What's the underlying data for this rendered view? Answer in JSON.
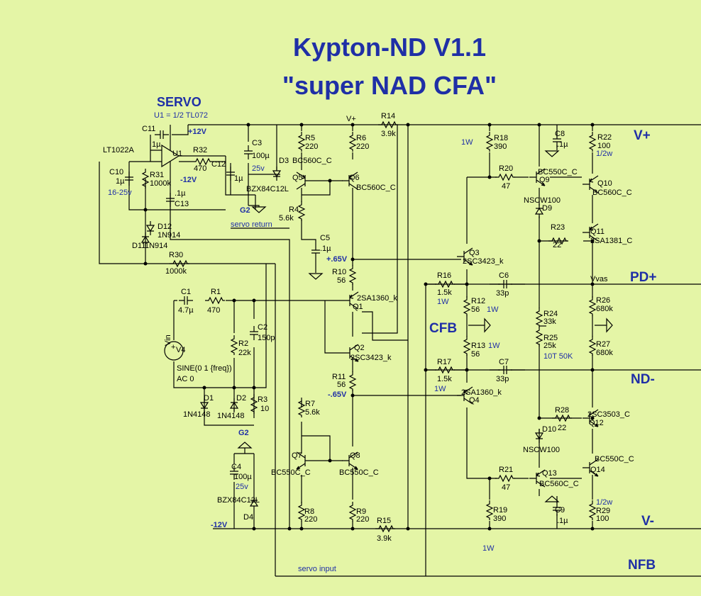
{
  "title": {
    "line1": "Kypton-ND V1.1",
    "line2": "\"super NAD CFA\"",
    "color": "#1f2fa6"
  },
  "servo": {
    "heading": "SERVO",
    "opamp_note": "U1 = 1/2 TL072",
    "opamp_label": "U1",
    "alt_part": "LT1022A",
    "pos_supply": "+12V",
    "neg_supply": "-12V",
    "return_label": "servo return",
    "input_label": "servo input"
  },
  "rails": {
    "vplus": "V+",
    "vminus": "V-",
    "pd_plus": "PD+",
    "nd_minus": "ND-",
    "cfb": "CFB",
    "nfb": "NFB",
    "vplus_small": "V+",
    "vvas": "Vvas",
    "bias_plus": "+.65V",
    "bias_minus": "-.65V",
    "neg12": "-12V",
    "g2_top": "G2",
    "g2_bottom": "G2"
  },
  "source": {
    "name": "V4",
    "vin": "Vin",
    "wave": "SINE(0 1 {freq})",
    "ac": "AC 0"
  },
  "resistors": [
    {
      "ref": "R1",
      "val": "470"
    },
    {
      "ref": "R2",
      "val": "22k"
    },
    {
      "ref": "R3",
      "val": "10"
    },
    {
      "ref": "R4",
      "val": "5.6k"
    },
    {
      "ref": "R5",
      "val": "220"
    },
    {
      "ref": "R6",
      "val": "220"
    },
    {
      "ref": "R7",
      "val": "5.6k"
    },
    {
      "ref": "R8",
      "val": "220"
    },
    {
      "ref": "R9",
      "val": "220"
    },
    {
      "ref": "R10",
      "val": "56"
    },
    {
      "ref": "R11",
      "val": "56"
    },
    {
      "ref": "R12",
      "val": "56",
      "power": "1W"
    },
    {
      "ref": "R13",
      "val": "56",
      "power": "1W"
    },
    {
      "ref": "R14",
      "val": "3.9k"
    },
    {
      "ref": "R15",
      "val": "3.9k"
    },
    {
      "ref": "R16",
      "val": "1.5k",
      "power": "1W"
    },
    {
      "ref": "R17",
      "val": "1.5k",
      "power": "1W"
    },
    {
      "ref": "R18",
      "val": "390",
      "power": "1W"
    },
    {
      "ref": "R19",
      "val": "390",
      "power": "1W"
    },
    {
      "ref": "R20",
      "val": "47"
    },
    {
      "ref": "R21",
      "val": "47"
    },
    {
      "ref": "R22",
      "val": "100",
      "power": "1/2w"
    },
    {
      "ref": "R23",
      "val": "22"
    },
    {
      "ref": "R24",
      "val": "33k"
    },
    {
      "ref": "R25",
      "val": "25k",
      "power": "10T 50K"
    },
    {
      "ref": "R26",
      "val": "680k"
    },
    {
      "ref": "R27",
      "val": "680k"
    },
    {
      "ref": "R28",
      "val": "22"
    },
    {
      "ref": "R29",
      "val": "100",
      "power": "1/2w"
    },
    {
      "ref": "R30",
      "val": "1000k"
    },
    {
      "ref": "R31",
      "val": "1000k"
    },
    {
      "ref": "R32",
      "val": "470"
    }
  ],
  "capacitors": [
    {
      "ref": "C1",
      "val": "4.7µ"
    },
    {
      "ref": "C2",
      "val": "150p"
    },
    {
      "ref": "C3",
      "val": "100µ",
      "rating": "25v"
    },
    {
      "ref": "C4",
      "val": "100µ",
      "rating": "25v"
    },
    {
      "ref": "C5",
      "val": ".1µ"
    },
    {
      "ref": "C6",
      "val": "33p"
    },
    {
      "ref": "C7",
      "val": "33p"
    },
    {
      "ref": "C8",
      "val": ".1µ"
    },
    {
      "ref": "C9",
      "val": ".1µ"
    },
    {
      "ref": "C10",
      "val": "1µ",
      "rating": "16-25v"
    },
    {
      "ref": "C11",
      "val": "1µ"
    },
    {
      "ref": "C12",
      "val": "1µ"
    },
    {
      "ref": "C13",
      "val": ".1µ"
    }
  ],
  "transistors": [
    {
      "ref": "Q1",
      "part": "2SA1360_k"
    },
    {
      "ref": "Q2",
      "part": "2SC3423_k"
    },
    {
      "ref": "Q3",
      "part": "2SC3423_k"
    },
    {
      "ref": "Q4",
      "part": "2SA1360_k"
    },
    {
      "ref": "Q5",
      "part": "BC560C_C"
    },
    {
      "ref": "Q6",
      "part": "BC560C_C"
    },
    {
      "ref": "Q7",
      "part": "BC550C_C"
    },
    {
      "ref": "Q8",
      "part": "BC550C_C"
    },
    {
      "ref": "Q9",
      "part": "BC550C_C"
    },
    {
      "ref": "Q10",
      "part": "BC560C_C"
    },
    {
      "ref": "Q11",
      "part": "2SA1381_C"
    },
    {
      "ref": "Q12",
      "part": "2SC3503_C"
    },
    {
      "ref": "Q13",
      "part": "BC560C_C"
    },
    {
      "ref": "Q14",
      "part": "BC550C_C"
    }
  ],
  "diodes": [
    {
      "ref": "D1",
      "part": "1N4148"
    },
    {
      "ref": "D2",
      "part": "1N4148"
    },
    {
      "ref": "D3",
      "part": "BZX84C12L"
    },
    {
      "ref": "D4",
      "part": "BZX84C12L"
    },
    {
      "ref": "D9",
      "part": "NSCW100"
    },
    {
      "ref": "D10",
      "part": "NSCW100"
    },
    {
      "ref": "D11",
      "part": "1N914"
    },
    {
      "ref": "D12",
      "part": "1N914"
    }
  ],
  "power_notes": {
    "top": "1W",
    "bottom": "1W"
  }
}
